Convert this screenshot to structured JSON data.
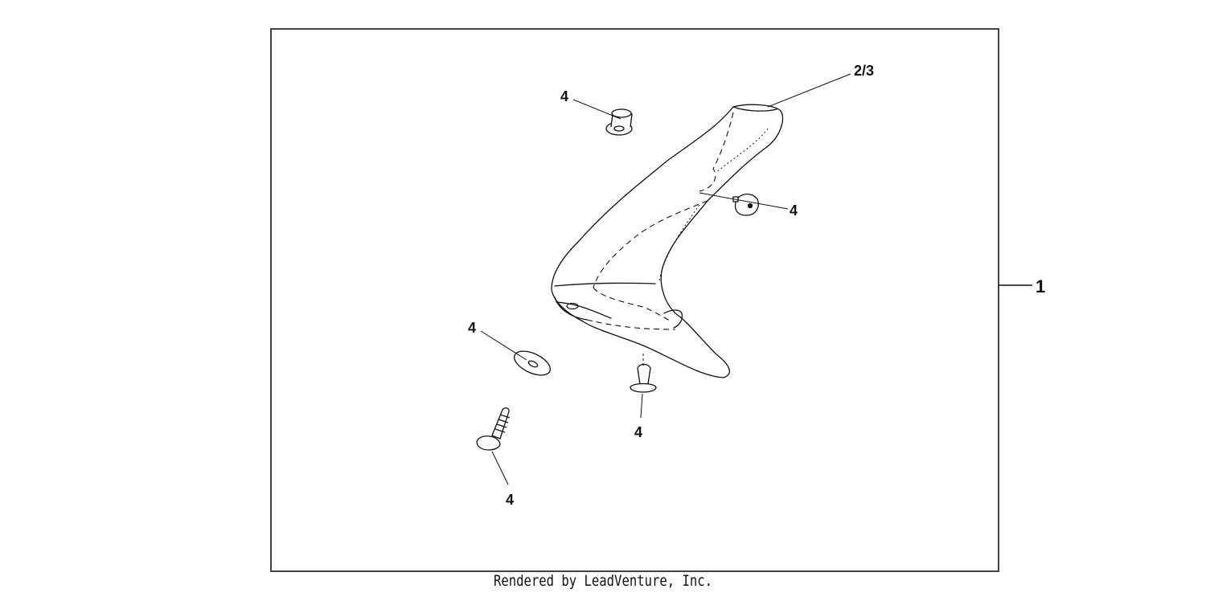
{
  "callouts": {
    "assembly": "1",
    "deflector": "2/3",
    "fastener_top": "4",
    "fastener_right": "4",
    "washer_left": "4",
    "clip_bottom": "4",
    "screw_bottom": "4"
  },
  "footer": {
    "credit": "Rendered by LeadVenture, Inc."
  },
  "colors": {
    "line": "#111111",
    "frame": "#444444",
    "background": "#ffffff"
  }
}
